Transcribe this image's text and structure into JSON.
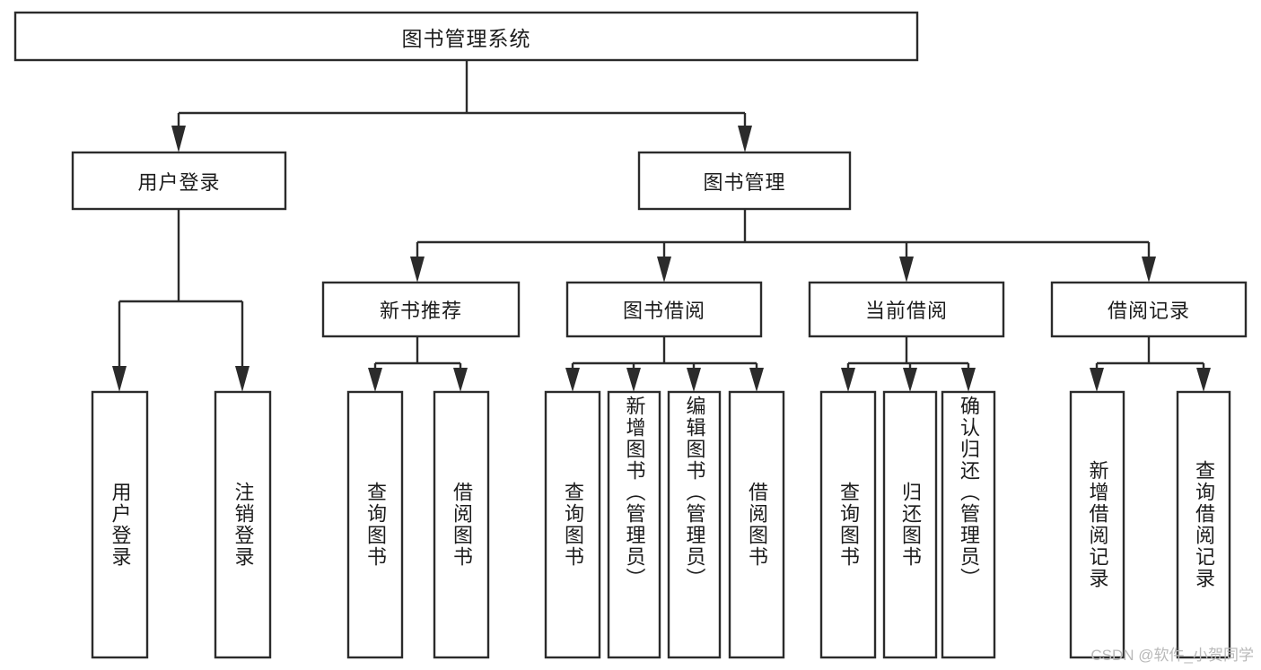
{
  "diagram": {
    "type": "tree",
    "title": "图书管理系统",
    "watermark": "CSDN @软件_小贺同学",
    "colors": {
      "stroke": "#2b2b2b",
      "fill": "#ffffff",
      "text": "#1c1c1c",
      "watermark": "#b9b9b9",
      "background": "#ffffff"
    },
    "levels": {
      "root": "图书管理系统",
      "level2": [
        "用户登录",
        "图书管理"
      ],
      "level3": [
        "新书推荐",
        "图书借阅",
        "当前借阅",
        "借阅记录"
      ]
    },
    "nodes": {
      "root": {
        "label": "图书管理系统"
      },
      "user_login": {
        "label": "用户登录"
      },
      "book_manage": {
        "label": "图书管理"
      },
      "new_book_rec": {
        "label": "新书推荐"
      },
      "book_borrow": {
        "label": "图书借阅"
      },
      "current_borrow": {
        "label": "当前借阅"
      },
      "borrow_record": {
        "label": "借阅记录"
      },
      "leaf_user_login": {
        "label": "用户登录"
      },
      "leaf_logout": {
        "label": "注销登录"
      },
      "leaf_query_book_a": {
        "label": "查询图书"
      },
      "leaf_borrow_book_a": {
        "label": "借阅图书"
      },
      "leaf_query_book_b": {
        "label": "查询图书"
      },
      "leaf_add_book": {
        "label": "新增图书（管理员）"
      },
      "leaf_edit_book": {
        "label": "编辑图书（管理员）"
      },
      "leaf_borrow_book_b": {
        "label": "借阅图书"
      },
      "leaf_query_book_c": {
        "label": "查询图书"
      },
      "leaf_return_book": {
        "label": "归还图书"
      },
      "leaf_confirm_return": {
        "label": "确认归还（管理员）"
      },
      "leaf_add_record": {
        "label": "新增借阅记录"
      },
      "leaf_query_record": {
        "label": "查询借阅记录"
      }
    },
    "edges": [
      {
        "from": "root",
        "to": "user_login"
      },
      {
        "from": "root",
        "to": "book_manage"
      },
      {
        "from": "user_login",
        "to": "leaf_user_login"
      },
      {
        "from": "user_login",
        "to": "leaf_logout"
      },
      {
        "from": "book_manage",
        "to": "new_book_rec"
      },
      {
        "from": "book_manage",
        "to": "book_borrow"
      },
      {
        "from": "book_manage",
        "to": "current_borrow"
      },
      {
        "from": "book_manage",
        "to": "borrow_record"
      },
      {
        "from": "new_book_rec",
        "to": "leaf_query_book_a"
      },
      {
        "from": "new_book_rec",
        "to": "leaf_borrow_book_a"
      },
      {
        "from": "book_borrow",
        "to": "leaf_query_book_b"
      },
      {
        "from": "book_borrow",
        "to": "leaf_add_book"
      },
      {
        "from": "book_borrow",
        "to": "leaf_edit_book"
      },
      {
        "from": "book_borrow",
        "to": "leaf_borrow_book_b"
      },
      {
        "from": "current_borrow",
        "to": "leaf_query_book_c"
      },
      {
        "from": "current_borrow",
        "to": "leaf_return_book"
      },
      {
        "from": "current_borrow",
        "to": "leaf_confirm_return"
      },
      {
        "from": "borrow_record",
        "to": "leaf_add_record"
      },
      {
        "from": "borrow_record",
        "to": "leaf_query_record"
      }
    ]
  }
}
